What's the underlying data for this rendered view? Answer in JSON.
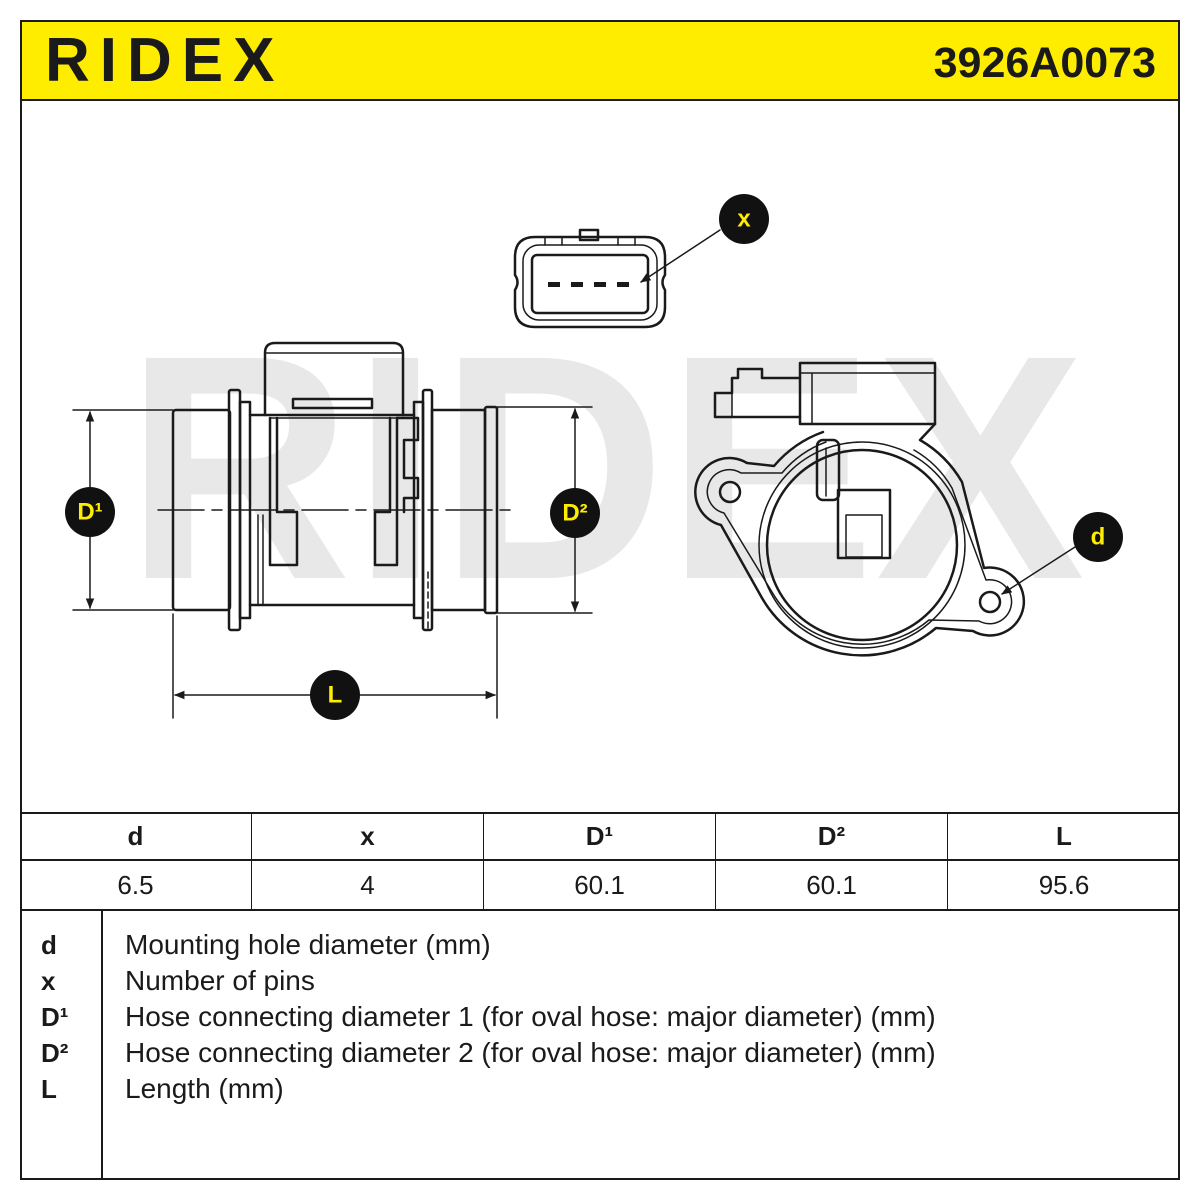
{
  "header": {
    "brand": "RIDEX",
    "part_number": "3926A0073"
  },
  "watermark": "RIDEX",
  "drawing": {
    "callouts": {
      "x": "x",
      "d1": "D¹",
      "d2": "D²",
      "l": "L",
      "d": "d"
    }
  },
  "specs_table": {
    "columns": [
      {
        "label": "d",
        "value": "6.5"
      },
      {
        "label": "x",
        "value": "4"
      },
      {
        "label": "D¹",
        "value": "60.1"
      },
      {
        "label": "D²",
        "value": "60.1"
      },
      {
        "label": "L",
        "value": "95.6"
      }
    ]
  },
  "legend": [
    {
      "symbol": "d",
      "description": "Mounting hole diameter (mm)"
    },
    {
      "symbol": "x",
      "description": "Number of pins"
    },
    {
      "symbol": "D¹",
      "description": "Hose connecting diameter 1 (for oval hose: major diameter) (mm)"
    },
    {
      "symbol": "D²",
      "description": "Hose connecting diameter 2 (for oval hose: major diameter) (mm)"
    },
    {
      "symbol": "L",
      "description": "Length (mm)"
    }
  ],
  "colors": {
    "accent": "#FFED00",
    "ink": "#1a1a1a",
    "watermark": "#e8e8e8"
  }
}
